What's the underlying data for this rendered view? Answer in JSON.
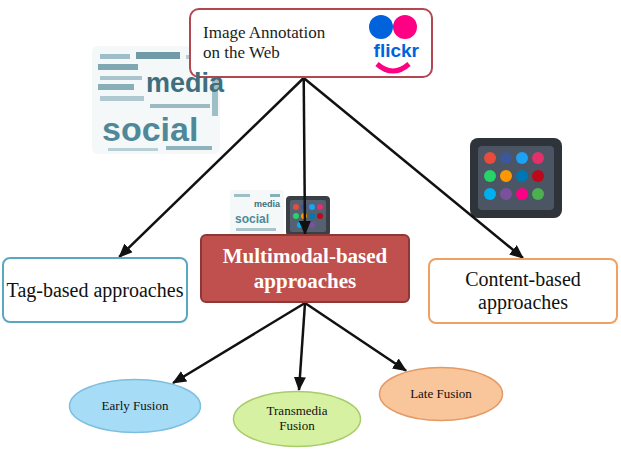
{
  "diagram": {
    "nodes": [
      {
        "text": [
          "Image Annotation on the Web",
          "flickr"
        ]
      },
      {
        "text": [
          "Tag-based approaches"
        ]
      },
      {
        "text": [
          "Multimodal-based approaches"
        ]
      },
      {
        "text": [
          "Content-based approaches"
        ]
      },
      {
        "text": [
          "Early Fusion"
        ]
      },
      {
        "text": [
          "Transmedia Fusion"
        ]
      },
      {
        "text": [
          "Late Fusion"
        ]
      }
    ],
    "edges": [
      {
        "from": 0,
        "to": 1,
        "arrow": "to"
      },
      {
        "from": 0,
        "to": 2,
        "arrow": "to"
      },
      {
        "from": 0,
        "to": 3,
        "arrow": "to"
      },
      {
        "from": 2,
        "to": 4,
        "arrow": "to"
      },
      {
        "from": 2,
        "to": 5,
        "arrow": "to"
      },
      {
        "from": 2,
        "to": 6,
        "arrow": "to"
      }
    ],
    "labels": [
      "media",
      "social",
      "media",
      "social"
    ]
  }
}
